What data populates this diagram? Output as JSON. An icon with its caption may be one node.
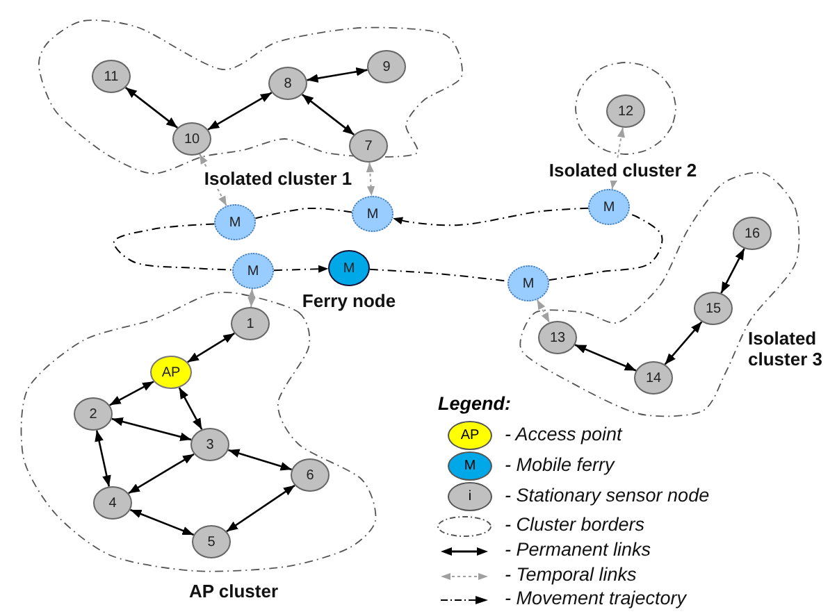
{
  "diagram": {
    "nodes": [
      {
        "text": [
          "Isolated cluster 1"
        ]
      },
      {
        "text": [
          "11"
        ],
        "in": 0
      },
      {
        "text": [
          "8"
        ],
        "in": 0
      },
      {
        "text": [
          "9"
        ],
        "in": 0
      },
      {
        "text": [
          "10"
        ],
        "in": 0
      },
      {
        "text": [
          "7"
        ],
        "in": 0
      },
      {
        "text": [
          "Isolated cluster 2"
        ]
      },
      {
        "text": [
          "12"
        ],
        "in": 6
      },
      {
        "text": [
          "M"
        ]
      },
      {
        "text": [
          "M"
        ]
      },
      {
        "text": [
          "M"
        ]
      },
      {
        "text": [
          "M"
        ]
      },
      {
        "text": [
          "M"
        ],
        "beside": [
          "Ferry node"
        ]
      },
      {
        "text": [
          "M"
        ]
      },
      {
        "text": [
          "Isolated cluster 3"
        ]
      },
      {
        "text": [
          "16"
        ],
        "in": 14
      },
      {
        "text": [
          "15"
        ],
        "in": 14
      },
      {
        "text": [
          "13"
        ],
        "in": 14
      },
      {
        "text": [
          "14"
        ],
        "in": 14
      },
      {
        "text": [
          "AP cluster"
        ]
      },
      {
        "text": [
          "1"
        ],
        "in": 19
      },
      {
        "text": [
          "AP"
        ],
        "in": 19
      },
      {
        "text": [
          "2"
        ],
        "in": 19
      },
      {
        "text": [
          "3"
        ],
        "in": 19
      },
      {
        "text": [
          "6"
        ],
        "in": 19
      },
      {
        "text": [
          "4"
        ],
        "in": 19
      },
      {
        "text": [
          "5"
        ],
        "in": 19
      }
    ],
    "edges": [
      {
        "from": 1,
        "to": 4,
        "arrow": "both"
      },
      {
        "from": 4,
        "to": 2,
        "arrow": "both"
      },
      {
        "from": 2,
        "to": 3,
        "arrow": "both"
      },
      {
        "from": 2,
        "to": 5,
        "arrow": "both"
      },
      {
        "from": 17,
        "to": 18,
        "arrow": "both"
      },
      {
        "from": 18,
        "to": 16,
        "arrow": "both"
      },
      {
        "from": 16,
        "to": 15,
        "arrow": "both"
      },
      {
        "from": 21,
        "to": 20,
        "arrow": "both"
      },
      {
        "from": 21,
        "to": 22,
        "arrow": "both"
      },
      {
        "from": 21,
        "to": 23,
        "arrow": "both"
      },
      {
        "from": 22,
        "to": 23,
        "arrow": "both"
      },
      {
        "from": 22,
        "to": 25,
        "arrow": "both"
      },
      {
        "from": 23,
        "to": 25,
        "arrow": "both"
      },
      {
        "from": 23,
        "to": 24,
        "arrow": "both"
      },
      {
        "from": 25,
        "to": 26,
        "arrow": "both"
      },
      {
        "from": 26,
        "to": 24,
        "arrow": "both"
      },
      {
        "from": 4,
        "to": 8,
        "arrow": "both",
        "style": "dashed",
        "color": "#a0a0a0"
      },
      {
        "from": 5,
        "to": 9,
        "arrow": "both",
        "style": "dashed",
        "color": "#a0a0a0"
      },
      {
        "from": 7,
        "to": 10,
        "arrow": "both",
        "style": "dashed",
        "color": "#a0a0a0"
      },
      {
        "from": 11,
        "to": 20,
        "arrow": "both",
        "style": "dashed",
        "color": "#a0a0a0"
      },
      {
        "from": 13,
        "to": 17,
        "arrow": "both",
        "style": "dashed",
        "color": "#a0a0a0"
      },
      {
        "from": 11,
        "to": 12,
        "arrow": "to",
        "style": "dashed"
      },
      {
        "from": 12,
        "to": 13,
        "arrow": "none",
        "style": "dashed"
      },
      {
        "from": 13,
        "to": 10,
        "arrow": "none",
        "style": "dashed"
      },
      {
        "from": 10,
        "to": 9,
        "arrow": "to",
        "style": "dashed"
      },
      {
        "from": 9,
        "to": 8,
        "arrow": "none",
        "style": "dashed"
      },
      {
        "from": 8,
        "to": 11,
        "arrow": "none",
        "style": "dashed"
      }
    ],
    "labels": [
      "Legend:",
      "AP",
      "M",
      "i"
    ],
    "legend": [
      {
        "text": "- Access point",
        "color": "#ffff00"
      },
      {
        "text": "- Mobile ferry",
        "color": "#00a8e8"
      },
      {
        "text": "- Stationary sensor node",
        "color": "#c0c0c0"
      },
      {
        "text": "- Cluster borders"
      },
      {
        "text": "- Permanent links"
      },
      {
        "text": "- Temporal links"
      },
      {
        "text": "- Movement trajectory"
      }
    ]
  }
}
